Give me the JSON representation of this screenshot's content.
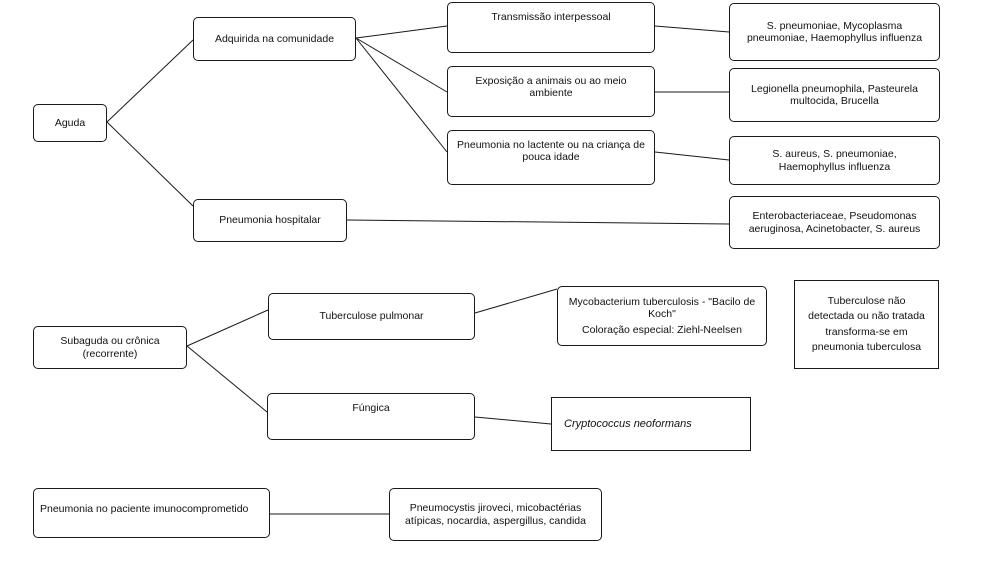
{
  "nodes": {
    "aguda": "Aguda",
    "comunidade": "Adquirida na comunidade",
    "hospitalar": "Pneumonia hospitalar",
    "interpessoal": "Transmissão interpessoal",
    "exposicao": "Exposição a animais ou ao meio\nambiente",
    "lactente": "Pneumonia no lactente ou na criança de\npouca idade",
    "agentes_interpessoal": "S. pneumoniae, Mycoplasma\npneumoniae, Haemophyllus influenza",
    "agentes_exposicao": "Legionella pneumophila, Pasteurela\nmultocida, Brucella",
    "agentes_lactente": "S. aureus, S. pneumoniae,\nHaemophyllus influenza",
    "agentes_hospitalar": "Enterobacteriaceae, Pseudomonas\naeruginosa, Acinetobacter, S. aureus",
    "subaguda": "Subaguda ou crônica\n(recorrente)",
    "tuberculose": "Tuberculose pulmonar",
    "fungica": "Fúngica",
    "agente_tb_1": "Mycobacterium tuberculosis - \"Bacilo de\nKoch\"",
    "agente_tb_2": "Coloração especial: Ziehl-Neelsen",
    "agente_fungica": "Cryptococcus neoformans",
    "nota_tb": "Tuberculose não\ndetectada ou não tratada\ntransforma-se em\npneumonia tuberculosa",
    "imunocomprometido": "Pneumonia no paciente imunocomprometido",
    "agentes_imuno": "Pneumocystis jiroveci, micobactérias\natípicas, nocardia, aspergillus, candida"
  }
}
